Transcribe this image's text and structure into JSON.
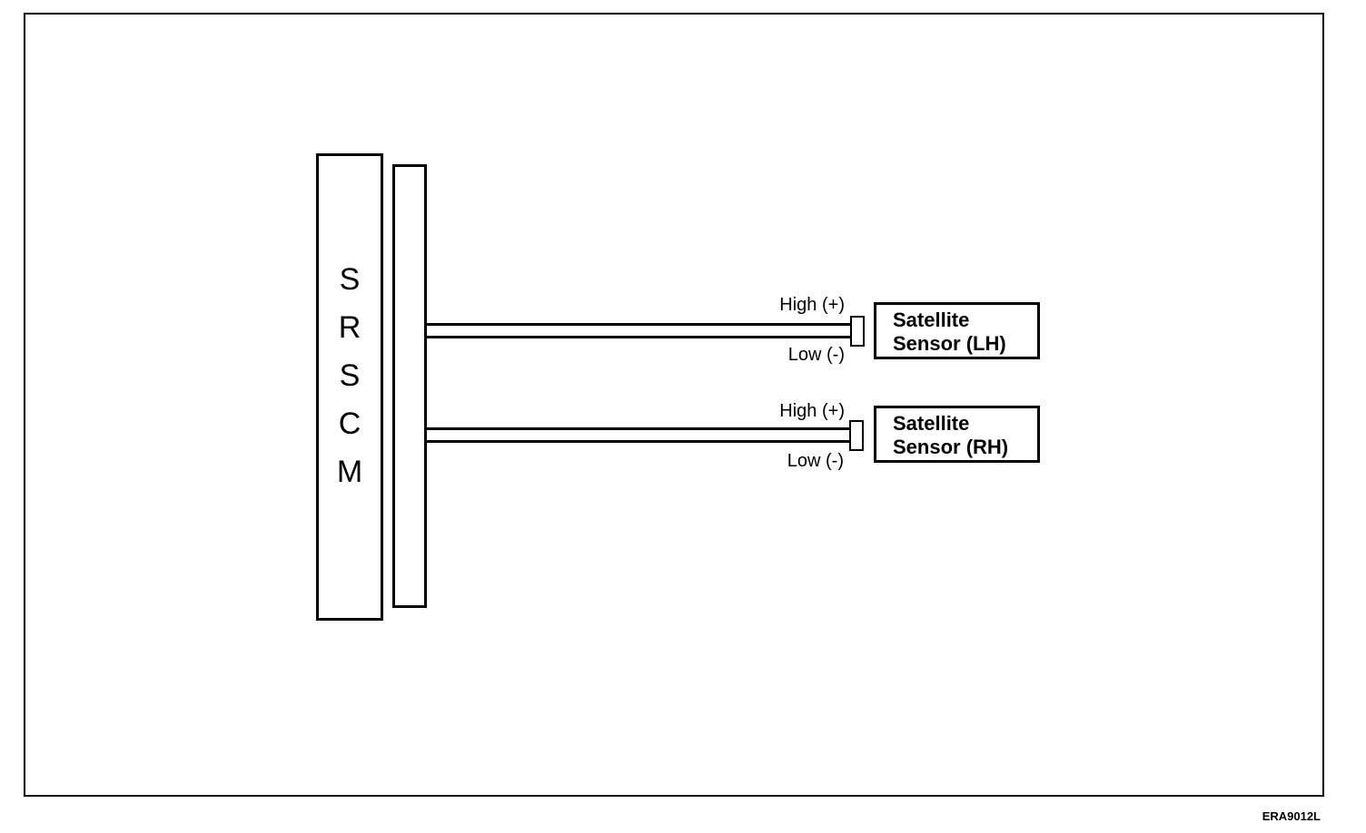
{
  "module": {
    "letters": [
      "S",
      "R",
      "S",
      "C",
      "M"
    ]
  },
  "sensors": [
    {
      "id": "lh",
      "name_line1": "Satellite",
      "name_line2": "Sensor (LH)",
      "high_label": "High (+)",
      "low_label": "Low (-)"
    },
    {
      "id": "rh",
      "name_line1": "Satellite",
      "name_line2": "Sensor (RH)",
      "high_label": "High (+)",
      "low_label": "Low (-)"
    }
  ],
  "figure_code": "ERA9012L"
}
